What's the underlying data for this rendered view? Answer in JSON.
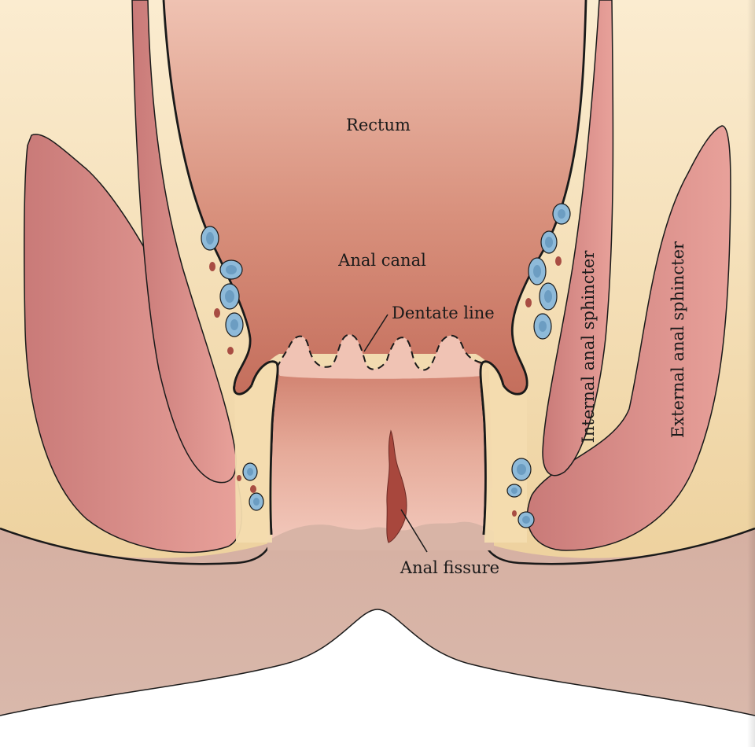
{
  "labels": {
    "rectum": "Rectum",
    "anal_canal": "Anal canal",
    "dentate_line": "Dentate line",
    "internal_anal_sphincter": "Internal anal sphincter",
    "external_anal_sphincter": "External anal sphincter",
    "anal_fissure": "Anal fissure"
  },
  "colors": {
    "fat": "#f3dcaf",
    "muscle": "#dc8f8a",
    "mucosa": "#d9a08e",
    "skin": "#d8b4a6",
    "vein": "#8ebad9",
    "artery": "#a84d43",
    "fissure": "#a8473d",
    "outline": "#1a1a1a"
  }
}
